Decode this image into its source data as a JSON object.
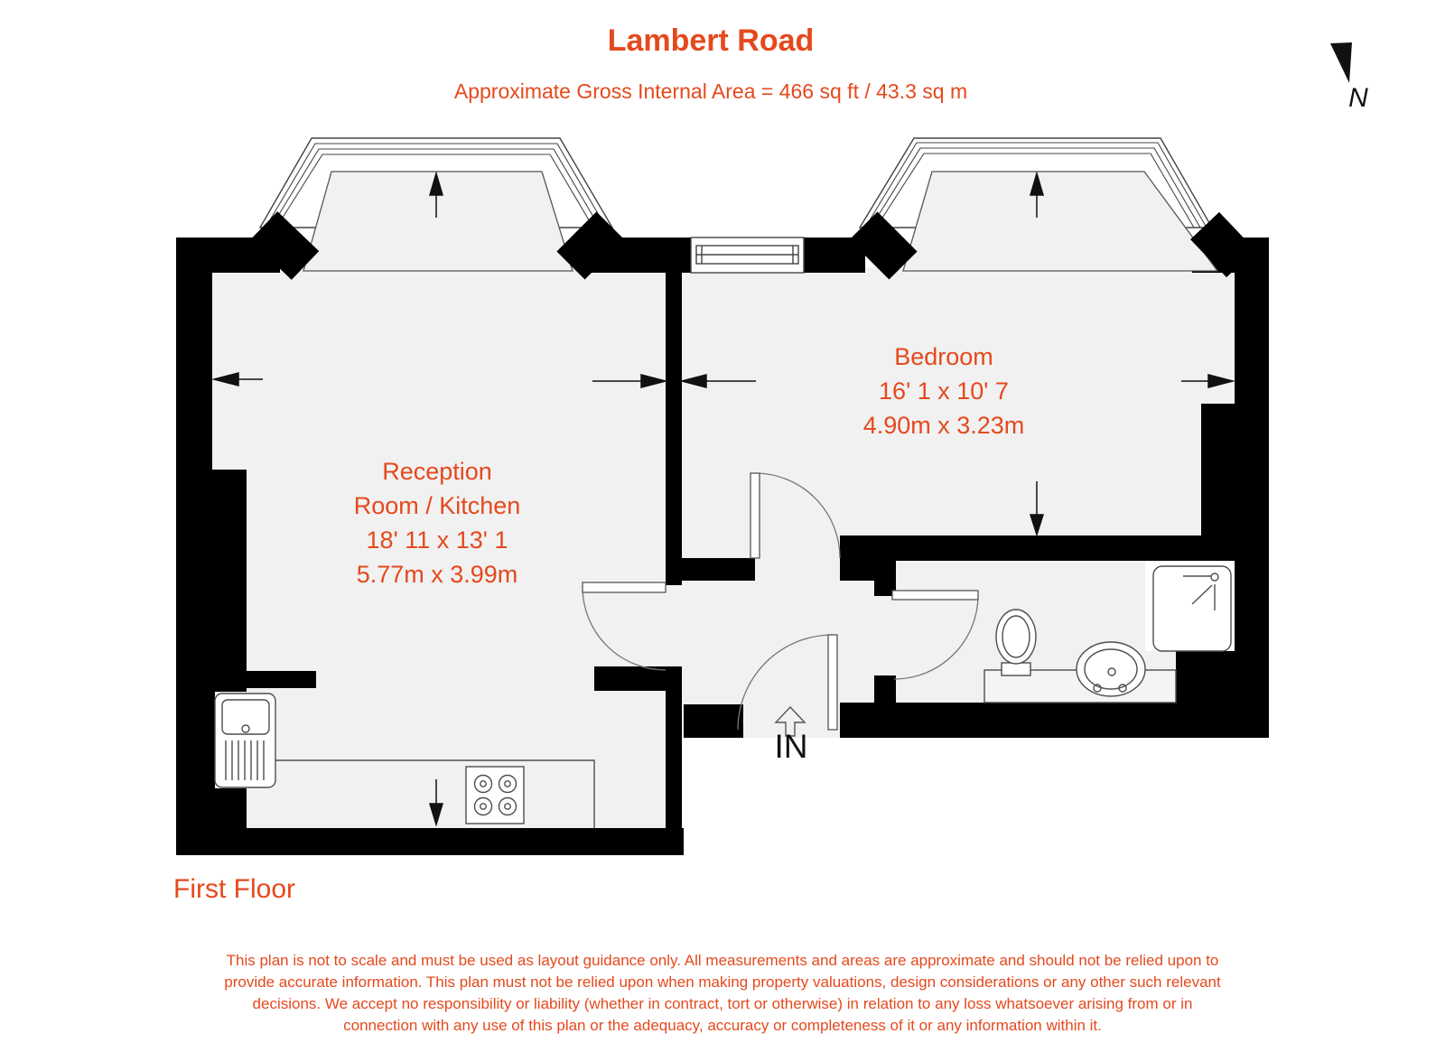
{
  "title": "Lambert Road",
  "subtitle": "Approximate Gross Internal Area = 466 sq ft / 43.3 sq m",
  "compass": {
    "label": "N"
  },
  "rooms": {
    "reception": {
      "name_line1": "Reception",
      "name_line2": "Room / Kitchen",
      "dims_imperial": "18' 11 x 13' 1",
      "dims_metric": "5.77m x 3.99m"
    },
    "bedroom": {
      "name": "Bedroom",
      "dims_imperial": "16' 1 x 10' 7",
      "dims_metric": "4.90m x 3.23m"
    }
  },
  "entrance": {
    "label": "IN"
  },
  "floor_label": "First Floor",
  "disclaimer": {
    "lines": [
      "This plan is not to scale and must be used as layout guidance only. All measurements and areas are approximate and should not be relied upon to",
      "provide accurate information. This plan must not be relied upon when making property valuations, design considerations or any other such relevant",
      "decisions. We accept no responsibility or liability (whether in contract, tort or otherwise) in relation to any loss whatsoever arising from or in",
      "connection with any use of this plan or the adequacy, accuracy or completeness of it or any information within it."
    ]
  },
  "colors": {
    "accent": "#E5491D",
    "wall": "#000000",
    "floor": "#F1F1F1"
  }
}
